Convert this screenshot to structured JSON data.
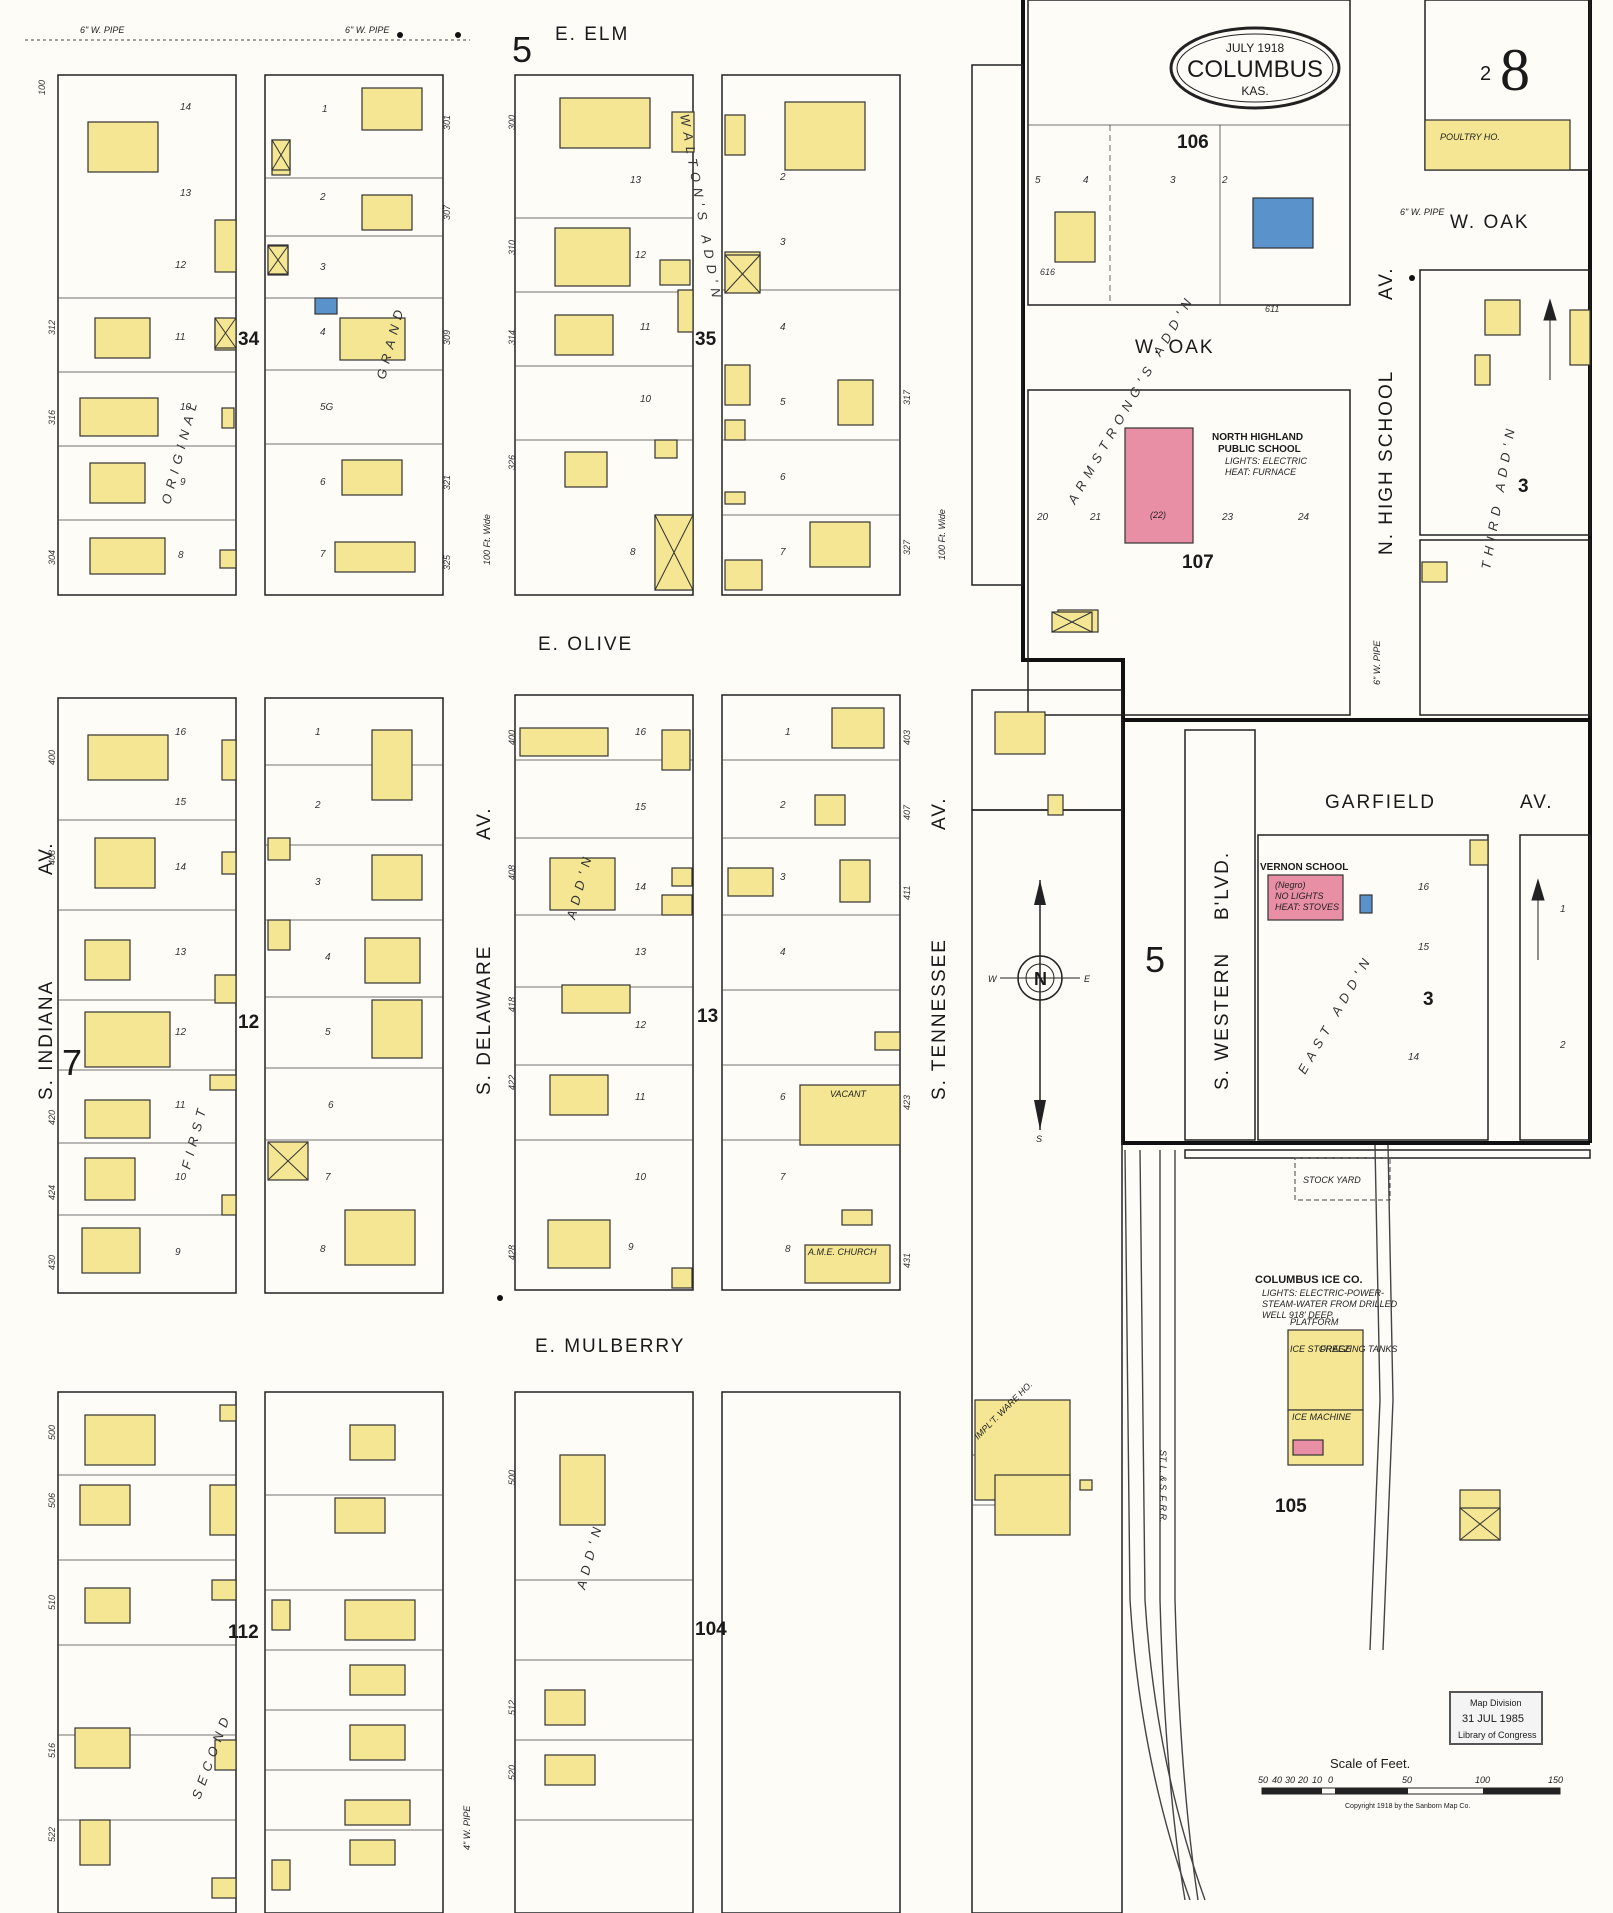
{
  "header": {
    "date": "JULY 1918",
    "city": "COLUMBUS",
    "state": "KAS.",
    "sheet_prefix": "2",
    "sheet_number": "8"
  },
  "streets": {
    "e_elm": "E. ELM",
    "e_olive": "E. OLIVE",
    "e_mulberry": "E. MULBERRY",
    "w_oak_1": "W. OAK",
    "w_oak_2": "W. OAK",
    "garfield": "GARFIELD",
    "garfield_av": "AV.",
    "s_indiana": "S. INDIANA",
    "s_indiana_av": "AV.",
    "s_delaware": "S. DELAWARE",
    "s_delaware_av": "AV.",
    "s_tennessee": "S. TENNESSEE",
    "s_tennessee_av": "AV.",
    "n_high_school": "N. HIGH SCHOOL",
    "n_high_school_av": "AV.",
    "s_western": "S. WESTERN",
    "s_western_blvd": "B'LVD."
  },
  "pipes": {
    "p1": "6\" W. PIPE",
    "p2": "6\" W. PIPE",
    "p3": "6\" W. PIPE",
    "p4": "6\" W. PIPE",
    "p5": "4\" W. PIPE"
  },
  "widths": {
    "w1": "100 Ft. Wide",
    "w2": "100 Ft. Wide"
  },
  "blocks": {
    "b34": "34",
    "b35": "35",
    "b12": "12",
    "b13": "13",
    "b112": "112",
    "b104": "104",
    "b106": "106",
    "b107": "107",
    "b105": "105",
    "b3a": "3",
    "b3b": "3",
    "b5a": "5",
    "b5b": "5",
    "b7": "7"
  },
  "labels": {
    "north_highland_1": "NORTH HIGHLAND",
    "north_highland_2": "PUBLIC SCHOOL",
    "north_highland_3": "LIGHTS: ELECTRIC",
    "north_highland_4": "HEAT: FURNACE",
    "vernon_school": "VERNON SCHOOL",
    "vernon_1": "(Negro)",
    "vernon_2": "NO LIGHTS",
    "vernon_3": "HEAT: STOVES",
    "ice_co": "COLUMBUS ICE CO.",
    "ice_1": "LIGHTS: ELECTRIC-POWER-",
    "ice_2": "STEAM-WATER FROM DRILLED",
    "ice_3": "WELL 918' DEEP.",
    "platform": "PLATFORM",
    "ice_storage": "ICE STORAGE",
    "freezing": "FREEZING TANKS",
    "ice_machine": "ICE MACHINE",
    "stock_yard": "STOCK YARD",
    "ame_church": "A.M.E. CHURCH",
    "vacant": "VACANT",
    "poultry": "POULTRY HO.",
    "imple": "IMPL'T. WARE HO.",
    "railroad": "ST. L. & S. F. R.R.",
    "school_room": "(22)"
  },
  "additions": {
    "a1": "WALTON'S ADD'N",
    "a2": "ARMSTRONG'S ADD'N",
    "a3": "EAST ADD'N",
    "a4": "THIRD ADD'N",
    "a5": "GRAND",
    "a6": "ORIGINAL",
    "a7": "FIRST",
    "a8": "SECOND",
    "a9": "ADD'N",
    "a10": "ADD'N"
  },
  "scale": {
    "label": "Scale of Feet.",
    "ticks": [
      "50",
      "40",
      "30",
      "20",
      "10",
      "0",
      "50",
      "100",
      "150"
    ],
    "copyright": "Copyright 1918 by the Sanborn Map Co."
  },
  "stamp": {
    "line1": "Map Division",
    "line2": "31 JUL 1985",
    "line3": "Library of Congress"
  },
  "compass": {
    "n": "N",
    "e": "E",
    "w": "W",
    "s": "S"
  },
  "colors": {
    "paper": "#fdfcf7",
    "frame_building": "#f4e693",
    "brick_building": "#e88fa6",
    "stone_building": "#5a93cc"
  }
}
